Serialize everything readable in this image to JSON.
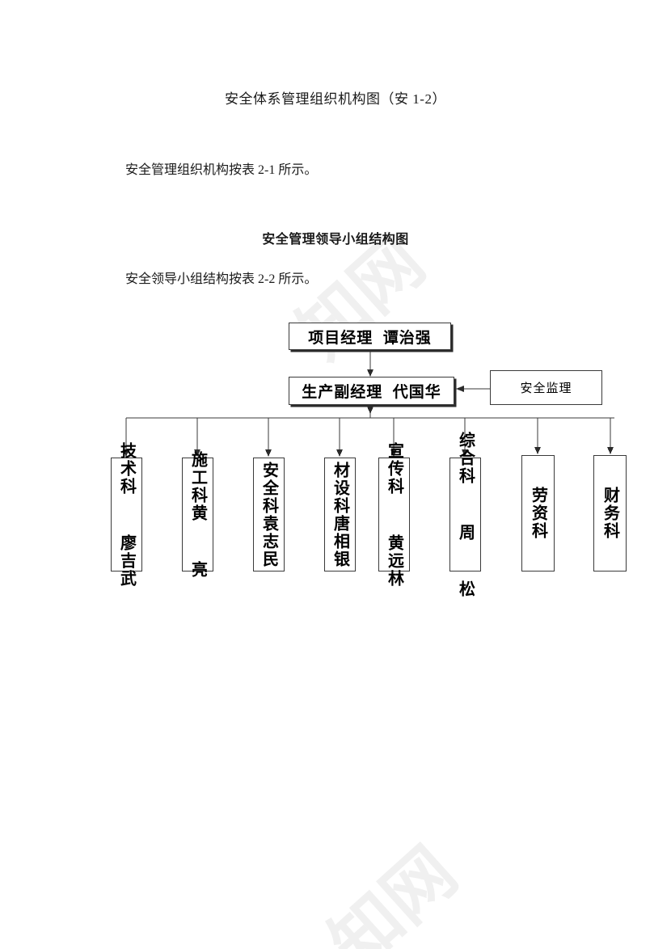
{
  "document": {
    "title": "安全体系管理组织机构图（安 1-2）",
    "paragraph_1": "安全管理组织机构按表 2-1  所示。",
    "section_title": "安全管理领导小组结构图",
    "paragraph_2": "安全领导小组结构按表 2-2 所示。",
    "watermark_text": "知网"
  },
  "chart_data": {
    "type": "diagram",
    "title": "安全管理领导小组结构图",
    "orientation": "top-down",
    "nodes": {
      "project_manager": {
        "label": "项目经理  谭治强",
        "role": "项目经理",
        "person": "谭治强",
        "level": 0
      },
      "production_deputy": {
        "label": "生产副经理  代国华",
        "role": "生产副经理",
        "person": "代国华",
        "level": 1
      },
      "safety_supervisor": {
        "label": "安全监理",
        "role": "安全监理",
        "person": "",
        "level": 1,
        "side": "right"
      }
    },
    "departments": [
      {
        "label": "技术科  廖吉武",
        "dept": "技术科",
        "person": "廖吉武"
      },
      {
        "label": "施工科黄  亮",
        "dept": "施工科",
        "person": "黄 亮"
      },
      {
        "label": "安全科袁志民",
        "dept": "安全科",
        "person": "袁志民"
      },
      {
        "label": "材设科唐相银",
        "dept": "材设科",
        "person": "唐相银"
      },
      {
        "label": "宣传科  黄远林",
        "dept": "宣传科",
        "person": "黄远林"
      },
      {
        "label": "综合科  周  松",
        "dept": "综合科",
        "person": "周 松"
      },
      {
        "label": "劳资科",
        "dept": "劳资科",
        "person": ""
      },
      {
        "label": "财务科",
        "dept": "财务科",
        "person": ""
      }
    ],
    "edges": [
      {
        "from": "project_manager",
        "to": "production_deputy",
        "style": "arrow-down"
      },
      {
        "from": "safety_supervisor",
        "to": "production_deputy",
        "style": "arrow-left"
      },
      {
        "from": "production_deputy",
        "to": "departments",
        "style": "bus-fanout-arrows"
      }
    ],
    "colors": {
      "line": "#3a3a3a",
      "box_border": "#3a3a3a",
      "text": "#000000",
      "background": "#ffffff"
    }
  }
}
